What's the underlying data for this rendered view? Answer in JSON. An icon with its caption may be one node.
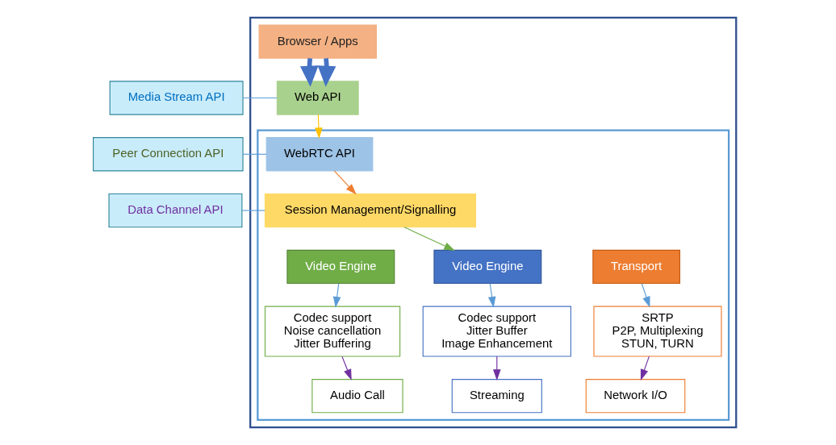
{
  "diagram": {
    "nodes": [
      {
        "text": [],
        "shape": "box"
      },
      {
        "text": [
          "Browser / Apps"
        ],
        "in": 0
      },
      {
        "text": [
          "Web API"
        ],
        "in": 0
      },
      {
        "text": [],
        "shape": "box",
        "in": 0
      },
      {
        "text": [
          "WebRTC API"
        ],
        "in": 3
      },
      {
        "text": [
          "Session Management/Signalling"
        ],
        "in": 3
      },
      {
        "text": [
          "Video Engine"
        ],
        "in": 3
      },
      {
        "text": [
          "Codec support",
          "Noise cancellation",
          "Jitter Buffering"
        ],
        "in": 3
      },
      {
        "text": [
          "Audio Call"
        ],
        "in": 3
      },
      {
        "text": [
          "Video Engine"
        ],
        "in": 3
      },
      {
        "text": [
          "Codec support",
          "Jitter Buffer",
          "Image Enhancement"
        ],
        "in": 3
      },
      {
        "text": [
          "Streaming"
        ],
        "in": 3
      },
      {
        "text": [
          "Transport"
        ],
        "in": 3
      },
      {
        "text": [
          "SRTP",
          "P2P, Multiplexing",
          "STUN, TURN"
        ],
        "in": 3
      },
      {
        "text": [
          "Network I/O"
        ],
        "in": 3
      },
      {
        "text": [
          "Media Stream API"
        ]
      },
      {
        "text": [
          "Peer Connection API"
        ]
      },
      {
        "text": [
          "Data Channel API"
        ]
      }
    ],
    "edges": [
      {
        "from": 1,
        "to": 2,
        "arrow": "to",
        "style": "thick",
        "color": "#4472c4"
      },
      {
        "from": 1,
        "to": 2,
        "arrow": "to",
        "style": "thick",
        "color": "#4472c4"
      },
      {
        "from": 2,
        "to": 4,
        "arrow": "to",
        "color": "#ffc000"
      },
      {
        "from": 4,
        "to": 5,
        "arrow": "to",
        "color": "#ed7d31"
      },
      {
        "from": 5,
        "to": 9,
        "arrow": "to",
        "color": "#70ad47"
      },
      {
        "from": 6,
        "to": 7,
        "arrow": "to"
      },
      {
        "from": 7,
        "to": 8,
        "arrow": "to",
        "color": "#7030a0"
      },
      {
        "from": 9,
        "to": 10,
        "arrow": "to"
      },
      {
        "from": 10,
        "to": 11,
        "arrow": "to",
        "color": "#7030a0"
      },
      {
        "from": 12,
        "to": 13,
        "arrow": "to"
      },
      {
        "from": 13,
        "to": 14,
        "arrow": "to",
        "color": "#7030a0"
      },
      {
        "from": 15,
        "to": 2,
        "arrow": "none"
      },
      {
        "from": 16,
        "to": 4,
        "arrow": "none"
      },
      {
        "from": 17,
        "to": 5,
        "arrow": "none"
      }
    ]
  }
}
